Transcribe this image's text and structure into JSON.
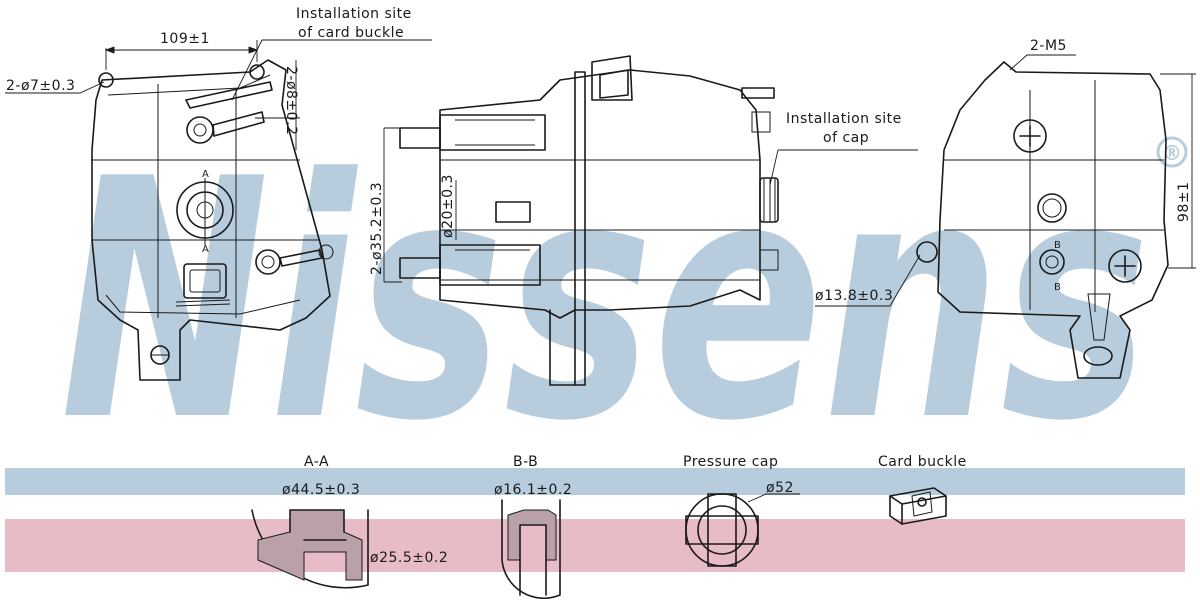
{
  "brand": {
    "watermark": "Nissens",
    "registered": "®"
  },
  "colors": {
    "watermark": "#b7ccdc",
    "band_blue": "#b7ccdc",
    "band_pink": "#e8bcc6",
    "line": "#1a1a1a"
  },
  "front_view": {
    "width_dim": "109±1",
    "holes_dim": "2-ø7±0.3",
    "install_site_line1": "Installation site",
    "install_site_line2": "of card buckle",
    "pin_dim": "2-ø8±0.2",
    "section_a": "A"
  },
  "side_view": {
    "pipe_dim": "2-ø35.2±0.3",
    "outlet_dim": "ø20±0.3",
    "cap_site_line1": "Installation site",
    "cap_site_line2": "of cap",
    "port_dim": "ø13.8±0.3"
  },
  "rear_view": {
    "thread_dim": "2-M5",
    "height_dim": "98±1",
    "section_b": "B"
  },
  "details": {
    "aa": {
      "title": "A-A",
      "outer_dim": "ø44.5±0.3",
      "inner_dim": "ø25.5±0.2"
    },
    "bb": {
      "title": "B-B",
      "dim": "ø16.1±0.2"
    },
    "pressure_cap": {
      "title": "Pressure cap",
      "dim": "ø52"
    },
    "card_buckle": {
      "title": "Card buckle"
    }
  }
}
